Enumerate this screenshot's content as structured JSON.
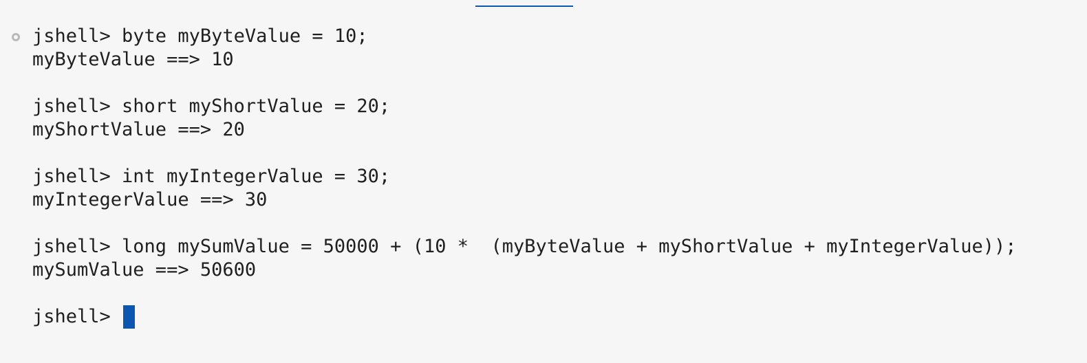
{
  "terminal": {
    "prompt": "jshell>",
    "entries": [
      {
        "command": "jshell> byte myByteValue = 10;",
        "output": "myByteValue ==> 10"
      },
      {
        "command": "jshell> short myShortValue = 20;",
        "output": "myShortValue ==> 20"
      },
      {
        "command": "jshell> int myIntegerValue = 30;",
        "output": "myIntegerValue ==> 30"
      },
      {
        "command": "jshell> long mySumValue = 50000 + (10 *  (myByteValue + myShortValue + myIntegerValue));",
        "output": "mySumValue ==> 50600"
      }
    ],
    "current_prompt": "jshell> "
  },
  "colors": {
    "background": "#f6f6f6",
    "text": "#1f1f1f",
    "accent": "#0b57b0",
    "status_circle": "#b9b9b9"
  },
  "icons": {
    "status": "status-circle-icon",
    "cursor": "text-cursor"
  }
}
